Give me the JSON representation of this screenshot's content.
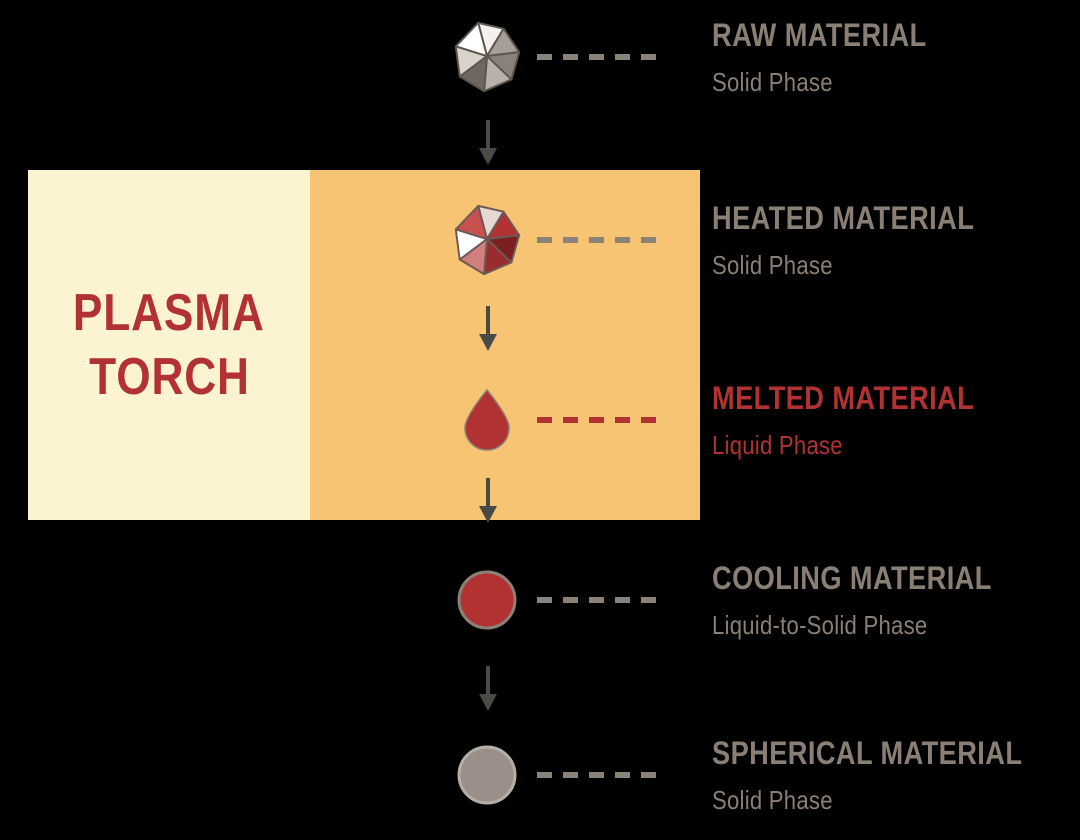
{
  "torch": {
    "line1": "PLASMA",
    "line2": "TORCH"
  },
  "stages": [
    {
      "title": "RAW MATERIAL",
      "subtitle": "Solid Phase",
      "icon": "raw-gem-icon",
      "accent": "gray"
    },
    {
      "title": "HEATED MATERIAL",
      "subtitle": "Solid Phase",
      "icon": "heated-gem-icon",
      "accent": "gray"
    },
    {
      "title": "MELTED MATERIAL",
      "subtitle": "Liquid Phase",
      "icon": "melted-droplet-icon",
      "accent": "red"
    },
    {
      "title": "COOLING MATERIAL",
      "subtitle": "Liquid-to-Solid Phase",
      "icon": "cooling-sphere-icon",
      "accent": "gray"
    },
    {
      "title": "SPHERICAL MATERIAL",
      "subtitle": "Solid Phase",
      "icon": "spherical-particle-icon",
      "accent": "gray"
    }
  ],
  "colors": {
    "background": "#000000",
    "red": "#b23234",
    "gray_text": "#8a7f74",
    "dash_gray": "#8a8178",
    "arrow": "#4a4a46",
    "cream": "#fcf3d1",
    "orange": "#f7c474"
  }
}
